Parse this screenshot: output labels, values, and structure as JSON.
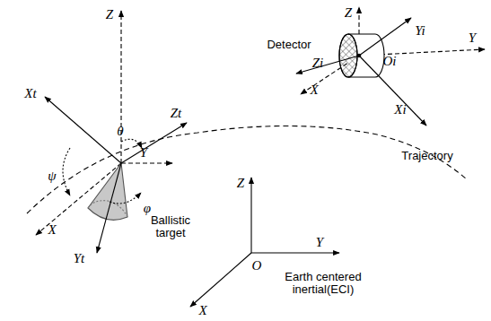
{
  "diagram": {
    "labels": [
      "Z",
      "Xt",
      "θ",
      "Zt",
      "Y",
      "ψ",
      "φ",
      "X",
      "Yt",
      "Ballistic target",
      "Detector",
      "Z",
      "Yi",
      "Y",
      "Zi",
      "Oi",
      "X",
      "Xi",
      "Trajectory",
      "Z",
      "Y",
      "O",
      "X",
      "Earth centered inertial(ECI)"
    ]
  }
}
